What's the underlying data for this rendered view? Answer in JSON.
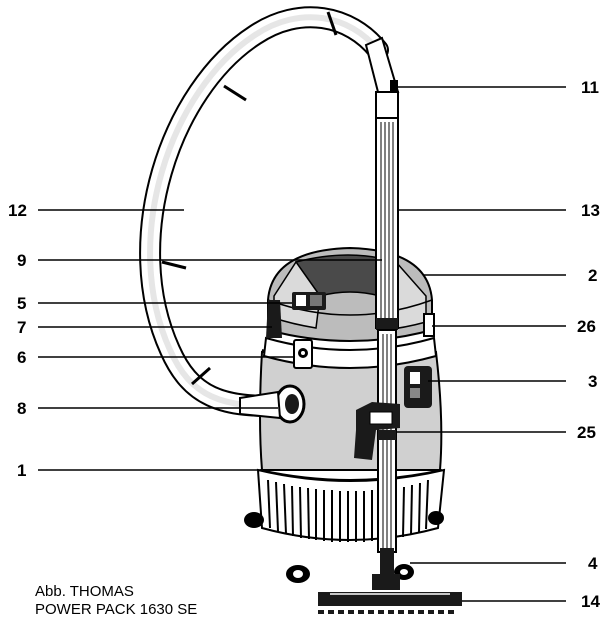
{
  "caption": {
    "line1": "Abb. THOMAS",
    "line2": "POWER PACK 1630 SE"
  },
  "callouts": {
    "c1": "1",
    "c2": "2",
    "c3": "3",
    "c4": "4",
    "c5": "5",
    "c6": "6",
    "c7": "7",
    "c8": "8",
    "c9": "9",
    "c11": "11",
    "c12": "12",
    "c13": "13",
    "c14": "14",
    "c25": "25",
    "c26": "26"
  },
  "colors": {
    "ink": "#000000",
    "body_gray": "#c8c8c8",
    "hood_gray": "#b4b4b4",
    "dark": "#1a1a1a",
    "paper": "#ffffff"
  }
}
